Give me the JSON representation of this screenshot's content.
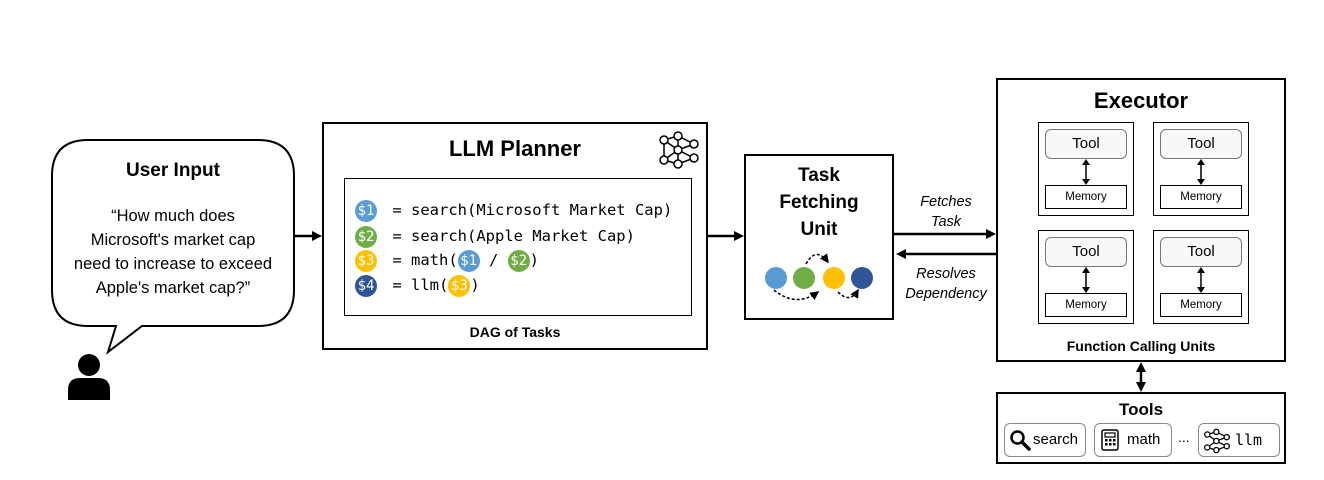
{
  "user_input": {
    "title": "User Input",
    "quote_lines": [
      "“How much does",
      "Microsoft's market cap",
      "need to increase to exceed",
      "Apple's market cap?”"
    ]
  },
  "planner": {
    "title": "LLM Planner",
    "caption": "DAG of Tasks",
    "code": [
      {
        "badge": "$1",
        "text": " = search(Microsoft Market Cap)"
      },
      {
        "badge": "$2",
        "text": " = search(Apple Market Cap)"
      },
      {
        "badge": "$3",
        "pre": " = math(",
        "args": [
          "$1",
          "$2"
        ],
        "sep": " / ",
        "post": ")"
      },
      {
        "badge": "$4",
        "pre": " = llm(",
        "args": [
          "$3"
        ],
        "post": ")"
      }
    ]
  },
  "task_fetching": {
    "title_lines": [
      "Task",
      "Fetching",
      "Unit"
    ]
  },
  "arrows": {
    "fetches_lines": [
      "Fetches",
      "Task"
    ],
    "resolves_lines": [
      "Resolves",
      "Dependency"
    ]
  },
  "executor": {
    "title": "Executor",
    "caption": "Function Calling Units",
    "units": [
      {
        "tool": "Tool",
        "memory": "Memory"
      },
      {
        "tool": "Tool",
        "memory": "Memory"
      },
      {
        "tool": "Tool",
        "memory": "Memory"
      },
      {
        "tool": "Tool",
        "memory": "Memory"
      }
    ]
  },
  "tools": {
    "title": "Tools",
    "items": [
      {
        "label": "search",
        "icon": "search-icon"
      },
      {
        "label": "math",
        "icon": "calculator-icon"
      },
      {
        "label": "llm",
        "icon": "neural-network-icon"
      }
    ],
    "ellipsis": "..."
  },
  "colors": {
    "c1": "#5b9bd5",
    "c2": "#70ad47",
    "c3": "#ffc000",
    "c4": "#2f5597"
  }
}
